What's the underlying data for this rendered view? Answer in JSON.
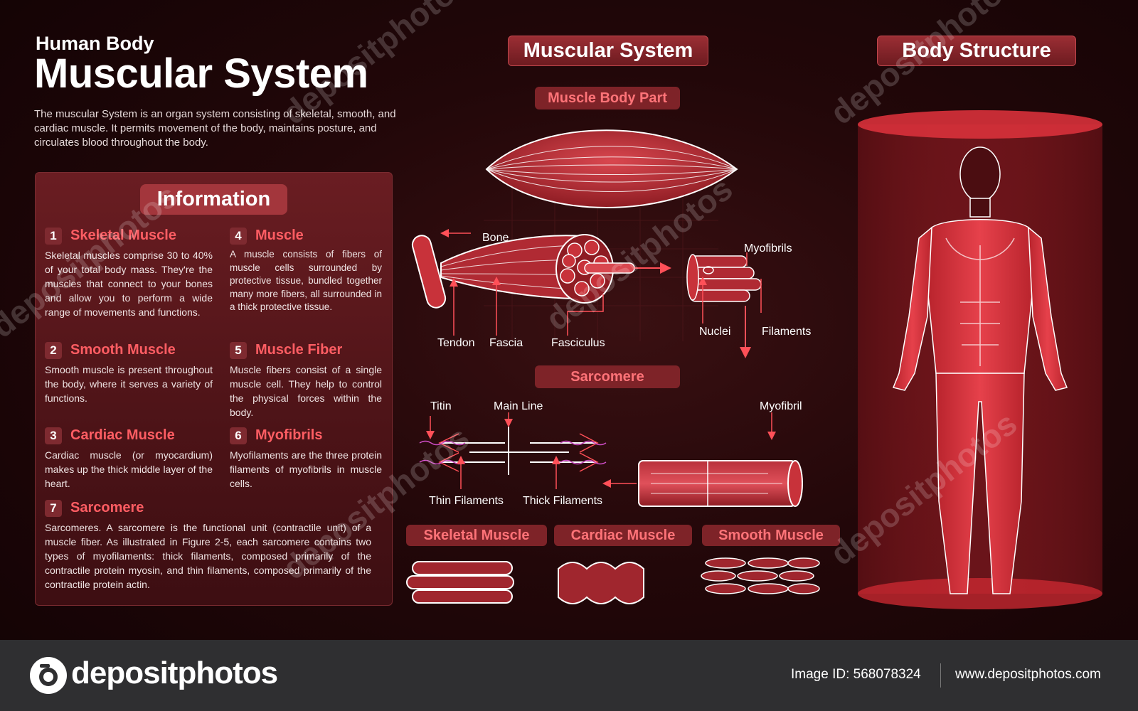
{
  "header": {
    "subtitle": "Human Body",
    "title": "Muscular System",
    "intro": "The muscular System is an organ system consisting of skeletal, smooth, and cardiac muscle. It permits movement of the body, maintains posture, and circulates blood throughout the body."
  },
  "info_panel": {
    "heading": "Information",
    "items": [
      {
        "num": "1",
        "title": "Skeletal Muscle",
        "desc": "Skeletal muscles comprise 30 to 40% of your total body mass. They're the muscles that connect to your bones and allow you to perform a wide range of movements and functions."
      },
      {
        "num": "2",
        "title": "Smooth Muscle",
        "desc": "Smooth muscle is present throughout the body, where it serves a variety of functions."
      },
      {
        "num": "3",
        "title": "Cardiac Muscle",
        "desc": "Cardiac muscle (or myocardium) makes up the thick middle layer of the heart."
      },
      {
        "num": "4",
        "title": "Muscle",
        "desc": "A muscle consists of fibers of muscle cells surrounded by protective tissue, bundled together many more fibers, all surrounded in a thick protective tissue."
      },
      {
        "num": "5",
        "title": "Muscle Fiber",
        "desc": "Muscle fibers consist of a single muscle cell. They help to control the physical forces within the body."
      },
      {
        "num": "6",
        "title": "Myofibrils",
        "desc": "Myofilaments are the three protein filaments of myofibrils in muscle cells."
      },
      {
        "num": "7",
        "title": "Sarcomere",
        "desc": "Sarcomeres. A sarcomere is the functional unit (contractile unit) of a muscle fiber. As illustrated in Figure 2-5, each sarcomere contains two types of myofilaments: thick filaments, composed primarily of the contractile protein myosin, and thin filaments, composed primarily of the contractile protein actin."
      }
    ]
  },
  "diagram": {
    "heading": "Muscular System",
    "muscle_body_part": "Muscle Body Part",
    "sarcomere_heading": "Sarcomere",
    "labels": {
      "bone": "Bone",
      "tendon": "Tendon",
      "fascia": "Fascia",
      "fasciculus": "Fasciculus",
      "myofibrils": "Myofibrils",
      "nuclei": "Nuclei",
      "filaments": "Filaments",
      "titin": "Titin",
      "main_line": "Main Line",
      "myofibril": "Myofibril",
      "thin_filaments": "Thin Filaments",
      "thick_filaments": "Thick Filaments"
    },
    "types": [
      "Skeletal Muscle",
      "Cardiac Muscle",
      "Smooth Muscle"
    ]
  },
  "body_structure": {
    "heading": "Body Structure"
  },
  "footer": {
    "brand": "depositphotos",
    "image_id": "Image ID: 568078324",
    "url": "www.depositphotos.com"
  },
  "watermark": "depositphotos",
  "colors": {
    "accent": "#ff5d63",
    "pill": "#a3363c",
    "muscle": "#c8323a",
    "background": "#1e0608",
    "footer": "#2f2f31"
  }
}
